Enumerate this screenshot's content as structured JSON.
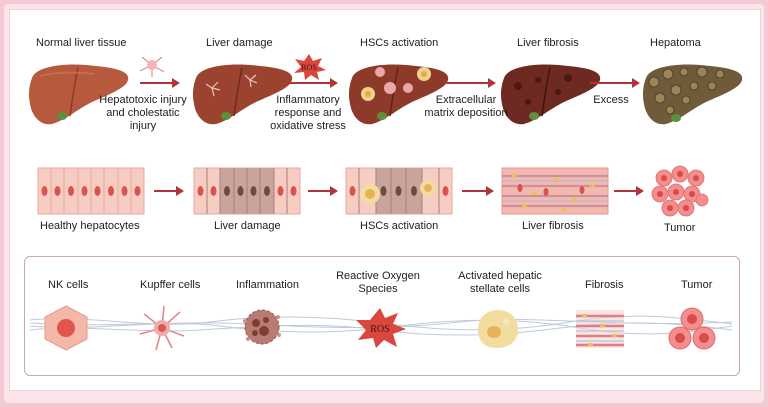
{
  "top_row": {
    "stages": [
      {
        "label": "Normal liver tissue"
      },
      {
        "label": "Liver damage"
      },
      {
        "label": "HSCs activation"
      },
      {
        "label": "Liver fibrosis"
      },
      {
        "label": "Hepatoma"
      }
    ],
    "transitions": [
      {
        "label": "Hepatotoxic injury\nand cholestatic\ninjury"
      },
      {
        "label": "Inflammatory\nresponse and\noxidative stress",
        "badge": "ROS"
      },
      {
        "label": "Extracellular\nmatrix deposition"
      },
      {
        "label": "Excess"
      }
    ]
  },
  "middle_row": {
    "stages": [
      {
        "label": "Healthy hepatocytes"
      },
      {
        "label": "Liver damage"
      },
      {
        "label": "HSCs activation"
      },
      {
        "label": "Liver fibrosis"
      },
      {
        "label": "Tumor"
      }
    ]
  },
  "legend": {
    "items": [
      {
        "label": "NK cells"
      },
      {
        "label": "Kupffer cells"
      },
      {
        "label": "Inflammation"
      },
      {
        "label": "Reactive Oxygen\nSpecies",
        "badge": "ROS"
      },
      {
        "label": "Activated hepatic\nstellate cells"
      },
      {
        "label": "Fibrosis"
      },
      {
        "label": "Tumor"
      }
    ]
  },
  "colors": {
    "arrow": "#b0343a",
    "liver_normal": "#b6593c",
    "liver_damage": "#9c4330",
    "liver_fibrosis": "#6e2a22",
    "liver_hepatoma": "#6f5a3a",
    "hepatocyte": "#f6c6bd",
    "nucleus": "#d9534f",
    "ros": "#d9473f"
  }
}
